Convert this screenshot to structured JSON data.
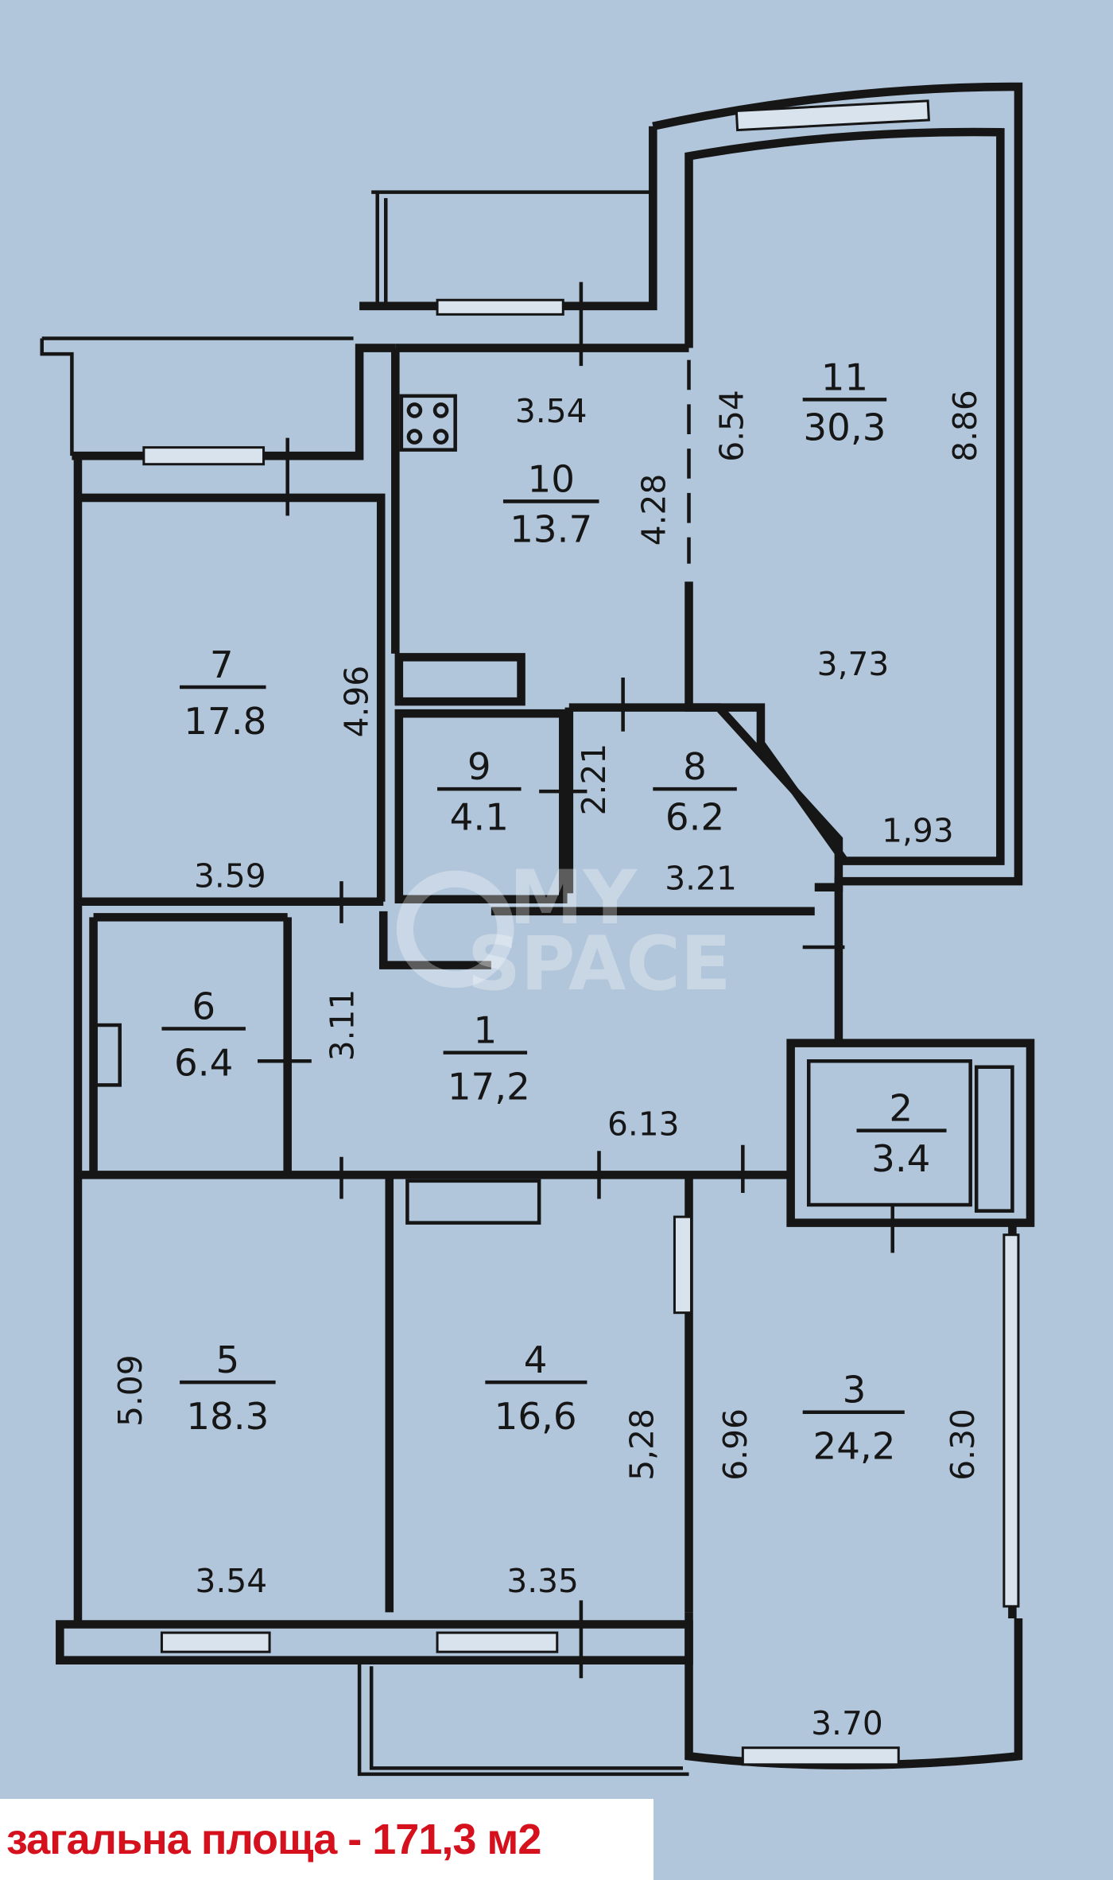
{
  "rooms": [
    {
      "num": "1",
      "area": "17,2"
    },
    {
      "num": "2",
      "area": "3.4"
    },
    {
      "num": "3",
      "area": "24,2"
    },
    {
      "num": "4",
      "area": "16,6"
    },
    {
      "num": "5",
      "area": "18.3"
    },
    {
      "num": "6",
      "area": "6.4"
    },
    {
      "num": "7",
      "area": "17.8"
    },
    {
      "num": "8",
      "area": "6.2"
    },
    {
      "num": "9",
      "area": "4.1"
    },
    {
      "num": "10",
      "area": "13.7"
    },
    {
      "num": "11",
      "area": "30,3"
    }
  ],
  "dimensions": {
    "d354_top": "3.54",
    "d654": "6.54",
    "d886": "8.86",
    "d428": "4.28",
    "d373": "3,73",
    "d496": "4.96",
    "d221": "2.21",
    "d321": "3.21",
    "d193": "1,93",
    "d359": "3.59",
    "d311": "3.11",
    "d613": "6.13",
    "d509": "5.09",
    "d528": "5,28",
    "d696": "6.96",
    "d630": "6.30",
    "d354_bottom": "3.54",
    "d335": "3.35",
    "d370": "3.70"
  },
  "watermark": "MY SPACE",
  "total_area_label": "загальна площа - 171,3 м2",
  "colors": {
    "background": "#b2c6db",
    "walls": "#161616",
    "total_text": "#d4111d"
  }
}
